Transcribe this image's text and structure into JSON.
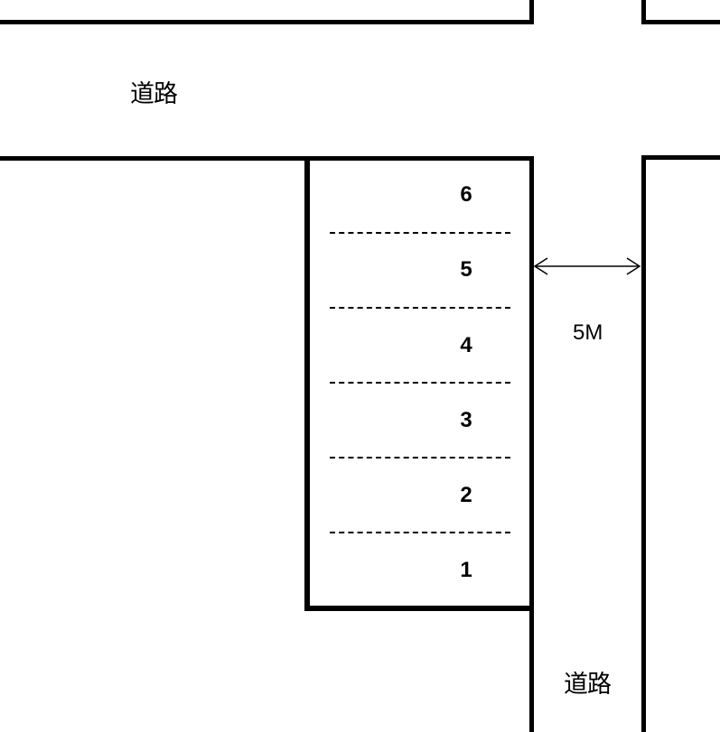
{
  "road_labels": {
    "top": "道路",
    "right": "道路"
  },
  "dimension": {
    "label": "5M"
  },
  "parking_spaces": [
    {
      "number": "6"
    },
    {
      "number": "5"
    },
    {
      "number": "4"
    },
    {
      "number": "3"
    },
    {
      "number": "2"
    },
    {
      "number": "1"
    }
  ],
  "colors": {
    "line": "#000000",
    "background": "#ffffff"
  }
}
